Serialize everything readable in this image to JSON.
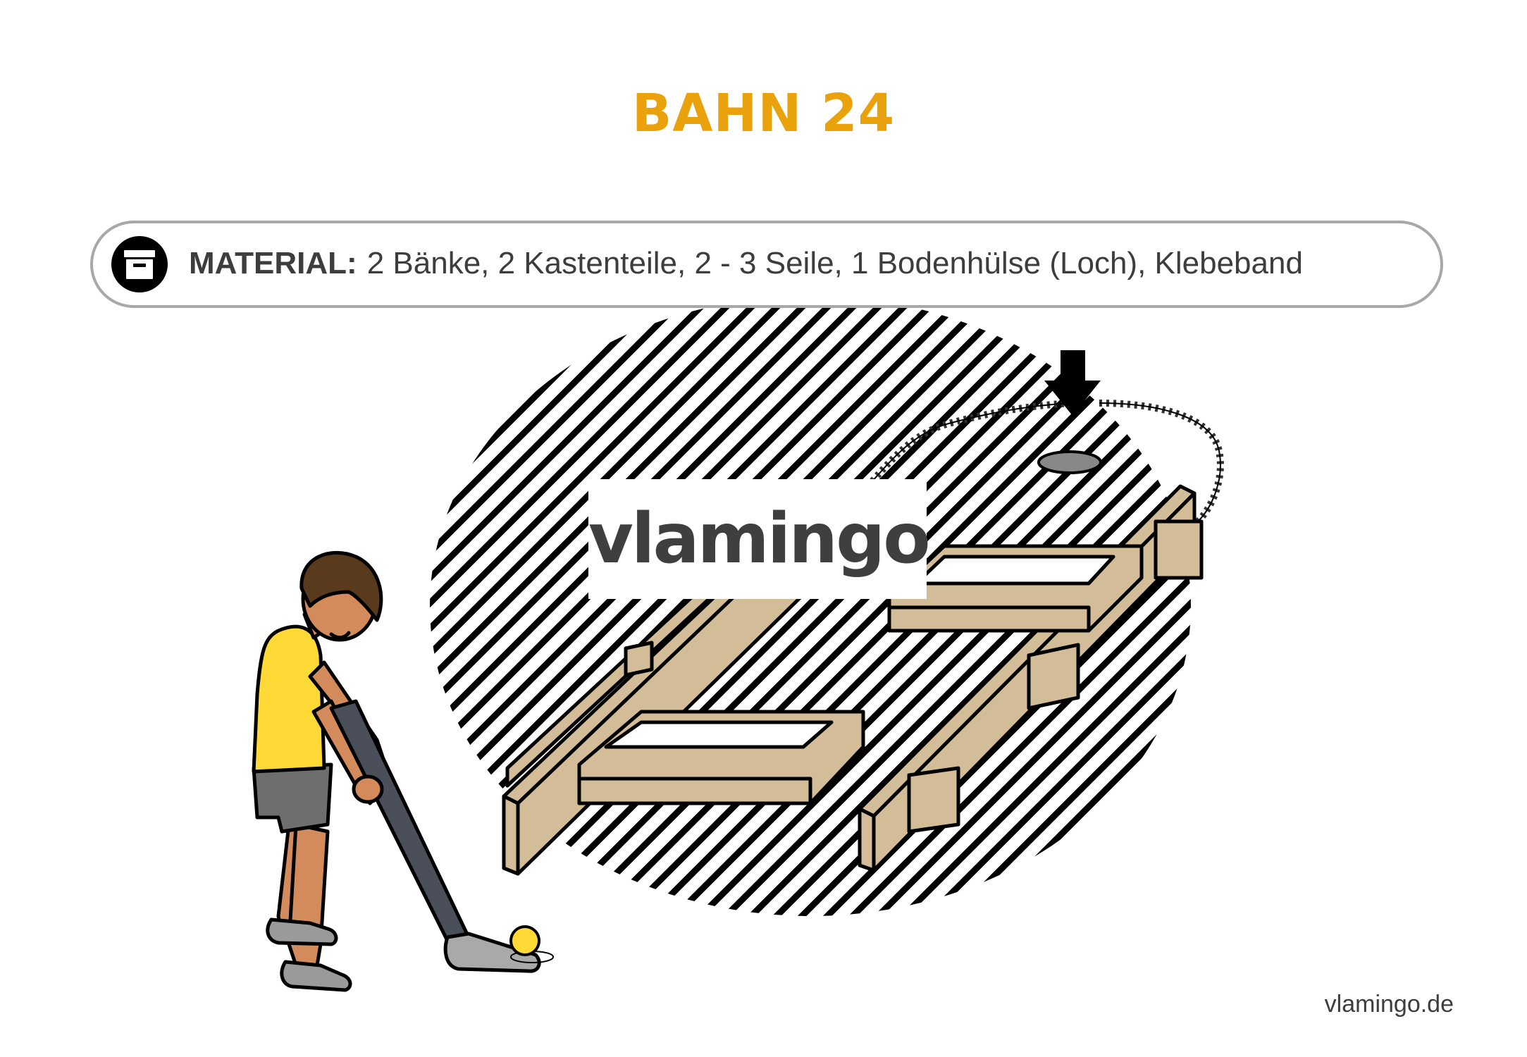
{
  "title": "BAHN 24",
  "material": {
    "label": "MATERIAL:",
    "items": "2 Bänke, 2 Kastenteile, 2 - 3 Seile, 1 Bodenhülse (Loch), Klebeband",
    "icon": "storage-box-icon"
  },
  "watermark": "vlamingo",
  "credit": "vlamingo.de",
  "colors": {
    "title": "#E9A10C",
    "wood": "#D3BD98",
    "shirt": "#FFD935",
    "shorts": "#6E6E6E",
    "skin": "#D48B5C",
    "hair": "#5A3A1C",
    "hatch": "#000000",
    "ball": "#FFD935"
  }
}
